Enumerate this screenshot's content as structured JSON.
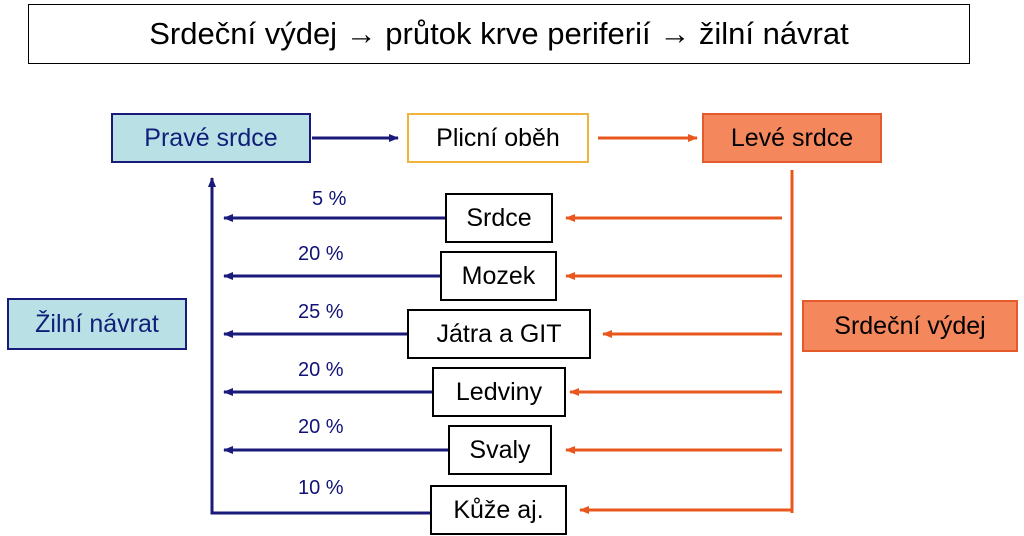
{
  "title": "Srdeční výdej → průtok krve periferií → žilní návrat",
  "nodes": {
    "right_heart": "Pravé srdce",
    "pulmonary": "Plicní oběh",
    "left_heart": "Levé srdce",
    "venous_return": "Žilní návrat",
    "cardiac_output": "Srdeční výdej"
  },
  "organs": [
    {
      "label": "Srdce",
      "percent": "5 %"
    },
    {
      "label": "Mozek",
      "percent": "20 %"
    },
    {
      "label": "Játra a GIT",
      "percent": "25 %"
    },
    {
      "label": "Ledviny",
      "percent": "20 %"
    },
    {
      "label": "Svaly",
      "percent": "20 %"
    },
    {
      "label": "Kůže aj.",
      "percent": "10 %"
    }
  ],
  "colors": {
    "blue": "#1a1a7a",
    "orange": "#e8581e",
    "light_blue_fill": "#b9e0e4",
    "orange_fill": "#f5875d",
    "yellow_border": "#f0b43c"
  }
}
